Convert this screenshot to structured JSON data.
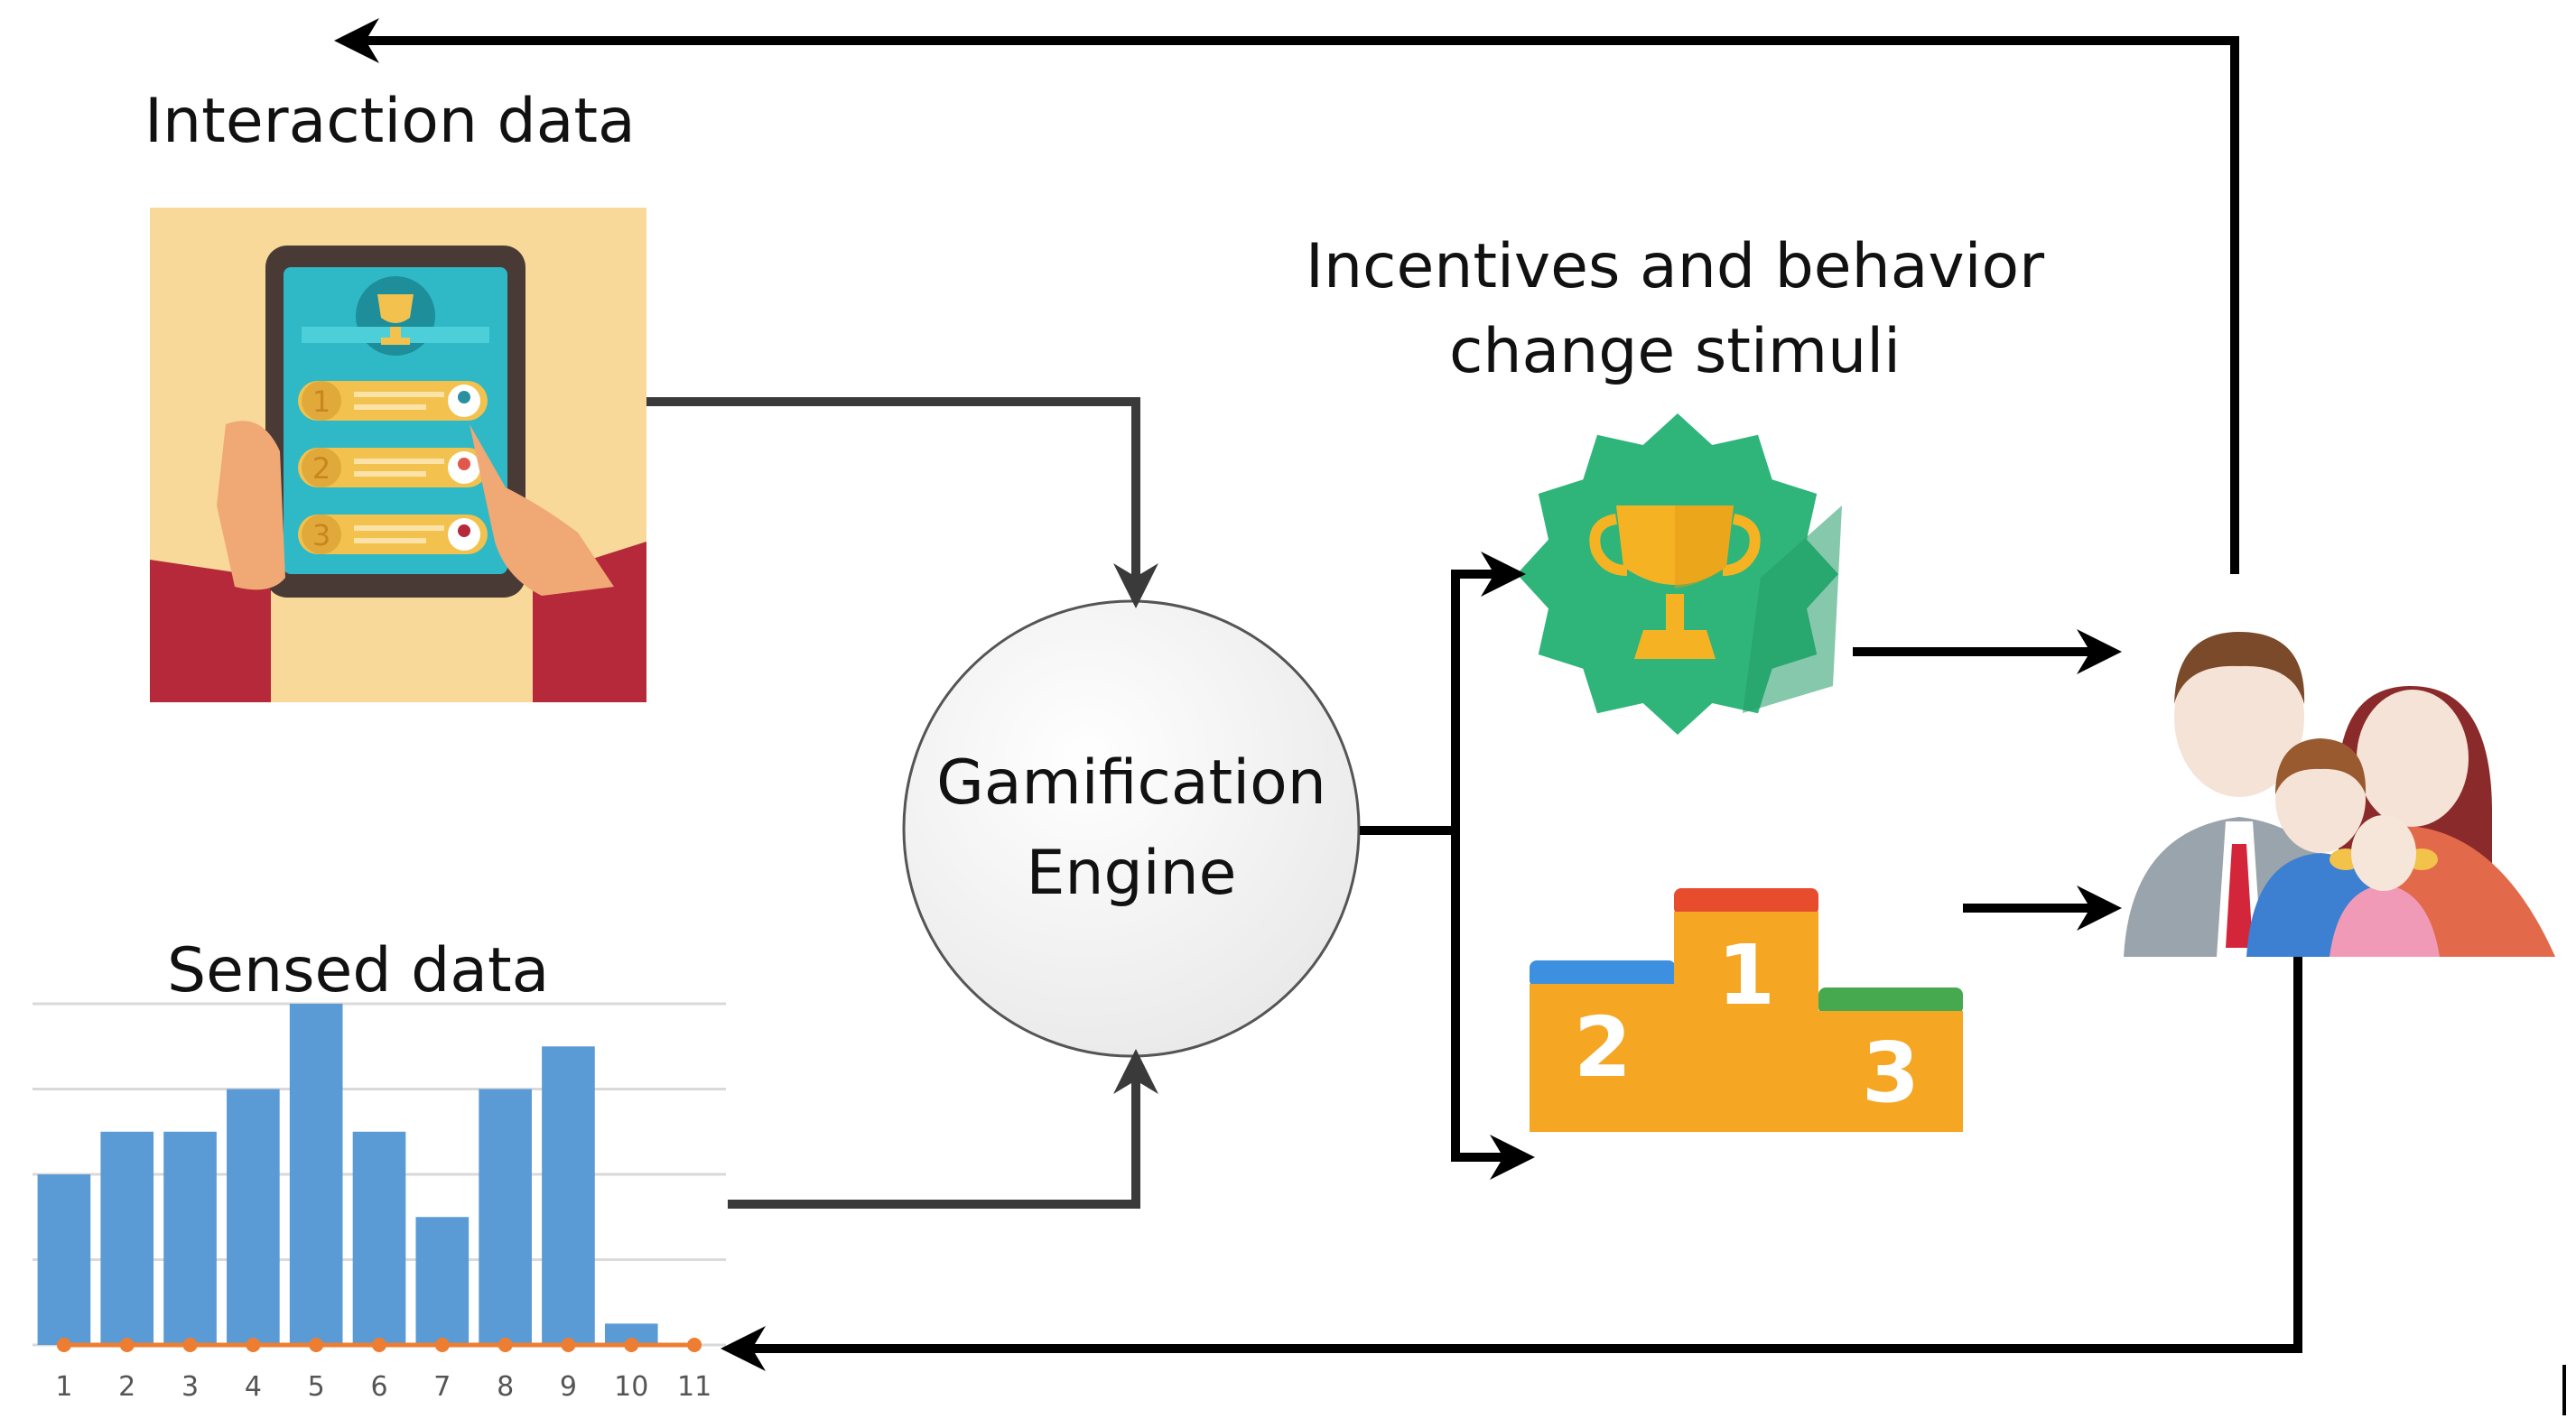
{
  "labels": {
    "interaction": "Interaction data",
    "sensed": "Sensed data",
    "incentives_line1": "Incentives and behavior",
    "incentives_line2": "change stimuli",
    "engine_line1": "Gamification",
    "engine_line2": "Engine"
  },
  "podium": {
    "first": "1",
    "second": "2",
    "third": "3"
  },
  "tablet_ranks": [
    "1",
    "2",
    "3"
  ],
  "colors": {
    "arrow": "#000000",
    "arrow_gray": "#3a3a3a",
    "bar": "#5b9bd5",
    "baseline": "#ed7d31",
    "badge": "#2fb57a",
    "podium": "#f5a623"
  },
  "chart_data": {
    "type": "bar",
    "categories": [
      "1",
      "2",
      "3",
      "4",
      "5",
      "6",
      "7",
      "8",
      "9",
      "10",
      "11"
    ],
    "values": [
      4,
      5,
      5,
      6,
      8,
      5,
      3,
      6,
      7,
      0.5,
      0
    ],
    "ylim": [
      0,
      8
    ],
    "grid": true,
    "title": "",
    "xlabel": "",
    "ylabel": ""
  }
}
